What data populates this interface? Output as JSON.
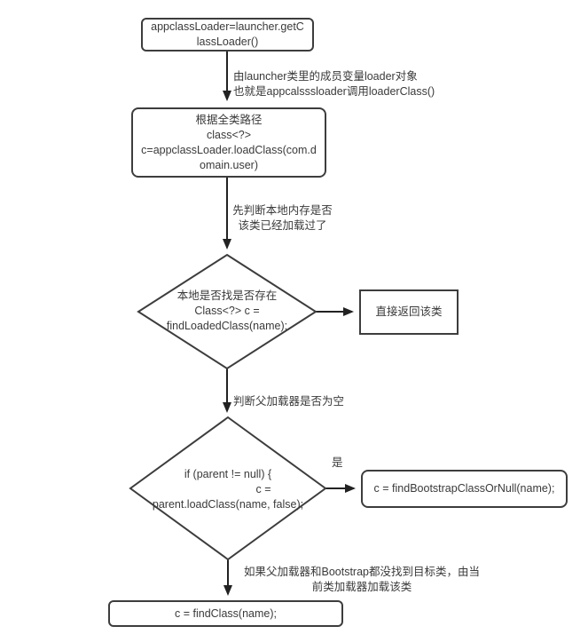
{
  "colors": {
    "border": "#3d3d3d",
    "arrow": "#222222",
    "text": "#3a3a3a",
    "bg": "#ffffff"
  },
  "flowchart": {
    "nodes": {
      "start": {
        "type": "rounded-rect",
        "lines": [
          "appclassLoader=launcher.getC",
          "lassLoader()"
        ]
      },
      "load_class": {
        "type": "rounded-rect",
        "lines": [
          "根据全类路径",
          "class<?>",
          "c=appclassLoader.loadClass(com.d",
          "omain.user)"
        ]
      },
      "check_loaded": {
        "type": "diamond",
        "lines": [
          "本地是否找是否存在",
          "Class<?> c =",
          "findLoadedClass(name);"
        ]
      },
      "return_class": {
        "type": "rect",
        "lines": [
          "直接返回该类"
        ]
      },
      "check_parent": {
        "type": "diamond",
        "lines": [
          "if (parent != null) {",
          "c =",
          "parent.loadClass(name, false);"
        ]
      },
      "bootstrap": {
        "type": "rounded-rect",
        "lines": [
          "c = findBootstrapClassOrNull(name);"
        ]
      },
      "find_class": {
        "type": "rounded-rect",
        "lines": [
          "c = findClass(name);"
        ]
      }
    },
    "edge_labels": {
      "launcher_note": {
        "lines": [
          "由launcher类里的成员变量loader对象",
          "也就是appcalsssloader调用loaderClass()"
        ]
      },
      "local_check_note": {
        "lines": [
          "先判断本地内存是否",
          "该类已经加载过了"
        ]
      },
      "parent_check_note": {
        "lines": [
          "判断父加载器是否为空"
        ]
      },
      "yes_label": "是",
      "fallback_note": {
        "lines": [
          "如果父加载器和Bootstrap都没找到目标类，由当",
          "前类加载器加载该类"
        ]
      }
    }
  }
}
